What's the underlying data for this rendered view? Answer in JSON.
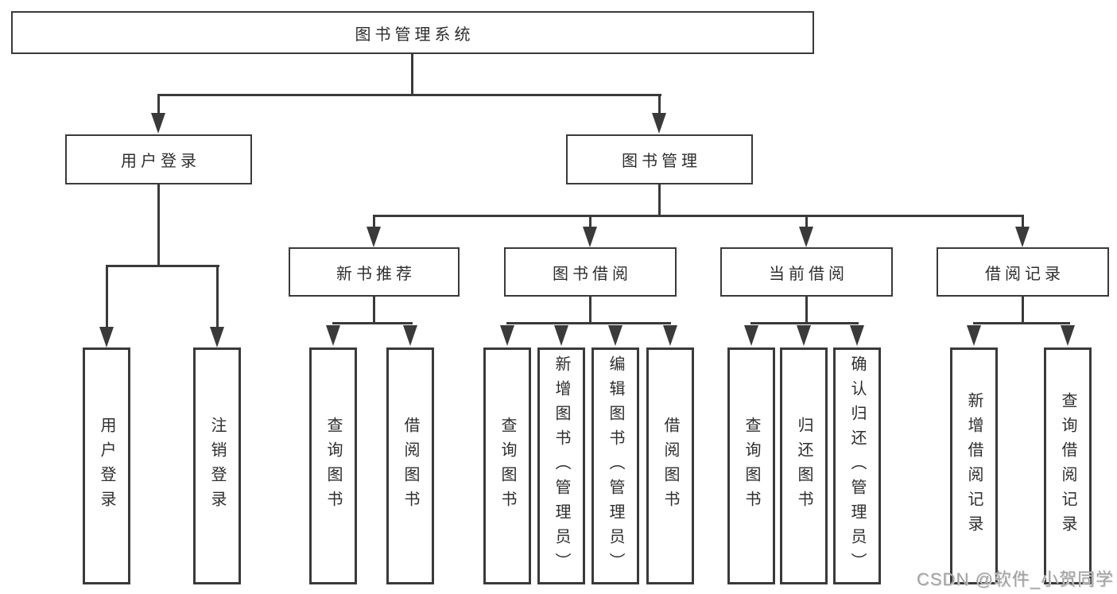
{
  "colors": {
    "line": "#3a3a3a",
    "text": "#2e2e2e",
    "watermark": "#a2a2a2",
    "background": "#ffffff"
  },
  "tree": {
    "root": "图书管理系统",
    "user": {
      "label": "用户登录",
      "children": [
        "用户登录",
        "注销登录"
      ]
    },
    "mgmt": {
      "label": "图书管理",
      "groups": [
        {
          "label": "新书推荐",
          "children": [
            "查询图书",
            "借阅图书"
          ]
        },
        {
          "label": "图书借阅",
          "children": [
            "查询图书",
            "新增图书（管理员）",
            "编辑图书（管理员）",
            "借阅图书"
          ]
        },
        {
          "label": "当前借阅",
          "children": [
            "查询图书",
            "归还图书",
            "确认归还（管理员）"
          ]
        },
        {
          "label": "借阅记录",
          "children": [
            "新增借阅记录",
            "查询借阅记录"
          ]
        }
      ]
    }
  },
  "watermark": "CSDN @软件_小贺同学"
}
